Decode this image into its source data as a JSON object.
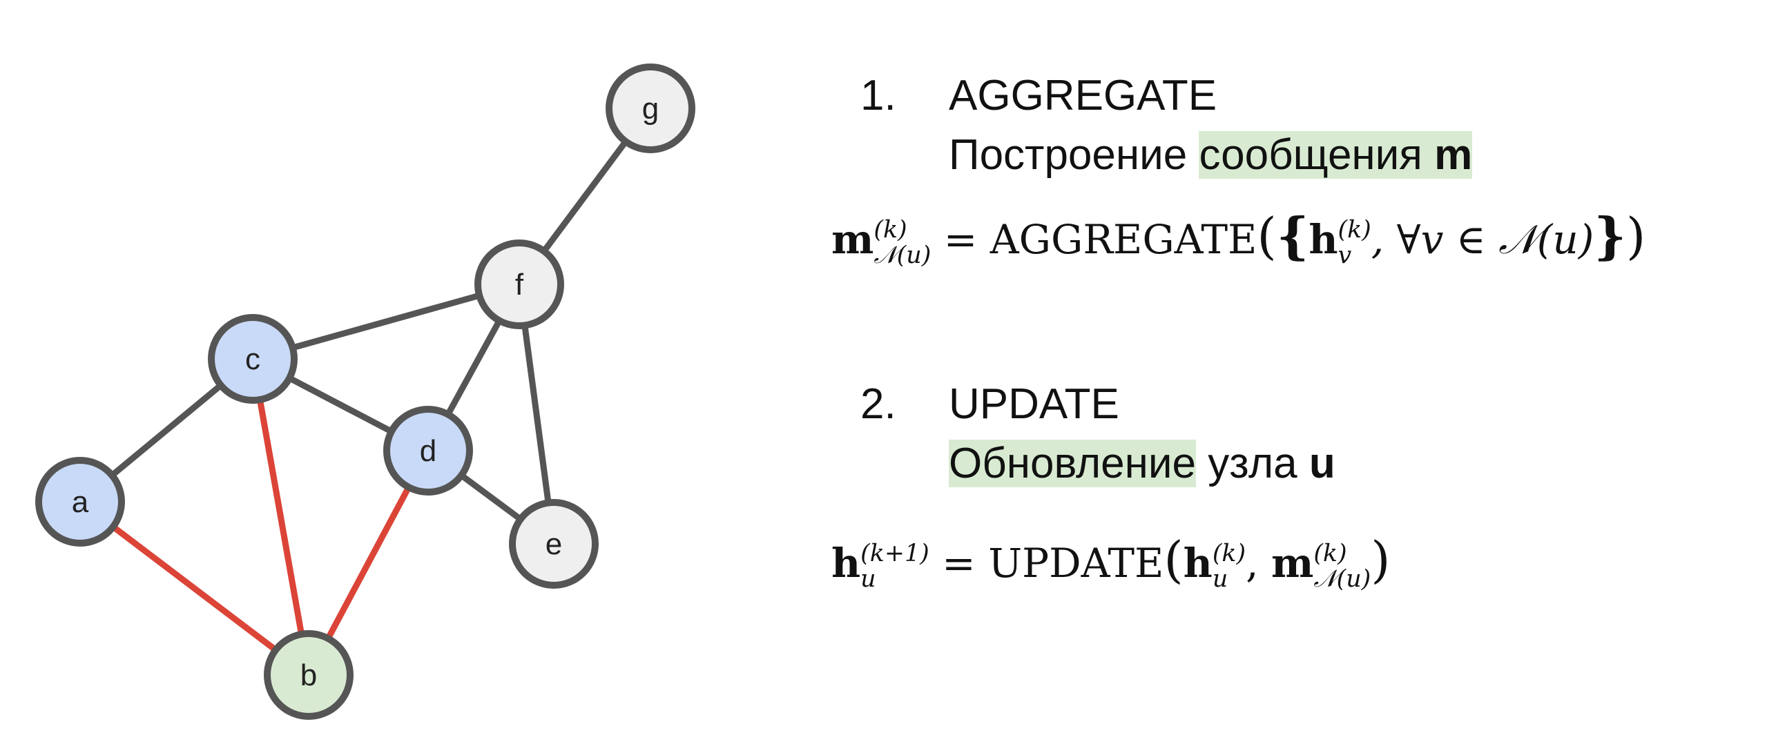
{
  "graph": {
    "nodes": [
      {
        "id": "g",
        "label": "g",
        "role": "other"
      },
      {
        "id": "f",
        "label": "f",
        "role": "other"
      },
      {
        "id": "c",
        "label": "c",
        "role": "neighbor"
      },
      {
        "id": "d",
        "label": "d",
        "role": "neighbor"
      },
      {
        "id": "a",
        "label": "a",
        "role": "neighbor"
      },
      {
        "id": "e",
        "label": "e",
        "role": "other"
      },
      {
        "id": "b",
        "label": "b",
        "role": "target"
      }
    ],
    "edges": [
      {
        "from": "f",
        "to": "g",
        "type": "normal"
      },
      {
        "from": "c",
        "to": "f",
        "type": "normal"
      },
      {
        "from": "d",
        "to": "f",
        "type": "normal"
      },
      {
        "from": "e",
        "to": "f",
        "type": "normal"
      },
      {
        "from": "c",
        "to": "d",
        "type": "normal"
      },
      {
        "from": "a",
        "to": "c",
        "type": "normal"
      },
      {
        "from": "d",
        "to": "e",
        "type": "normal"
      },
      {
        "from": "a",
        "to": "b",
        "type": "message"
      },
      {
        "from": "c",
        "to": "b",
        "type": "message"
      },
      {
        "from": "d",
        "to": "b",
        "type": "message"
      }
    ],
    "colors": {
      "edge": "#555555",
      "message_edge": "#db4437",
      "node_stroke": "#555555",
      "other_fill": "#efefef",
      "neighbor_fill": "#c9daf8",
      "target_fill": "#d9ead3",
      "highlight": "#d8ebd2"
    }
  },
  "steps": [
    {
      "number": "1.",
      "title": "AGGREGATE",
      "desc_plain": "Построение ",
      "desc_highlight": "сообщения ",
      "desc_bold_highlight": "m"
    },
    {
      "number": "2.",
      "title": "UPDATE",
      "desc_highlight": "Обновление",
      "desc_plain": " узла ",
      "desc_bold": "u"
    }
  ],
  "formulas": {
    "aggregate": {
      "lhs_symbol": "m",
      "lhs_sup": "(k)",
      "lhs_sub": "𝒩(u)",
      "eq": "=",
      "func": "AGGREGATE",
      "arg_h": "h",
      "arg_h_sup": "(k)",
      "arg_h_sub": "v",
      "arg_rest": ", ∀v ∈ 𝒩(u)"
    },
    "update": {
      "lhs_symbol": "h",
      "lhs_sup": "(k+1)",
      "lhs_sub": "u",
      "eq": "=",
      "func": "UPDATE",
      "arg1": "h",
      "arg1_sup": "(k)",
      "arg1_sub": "u",
      "arg2": "m",
      "arg2_sup": "(k)",
      "arg2_sub": "𝒩(u)"
    }
  }
}
